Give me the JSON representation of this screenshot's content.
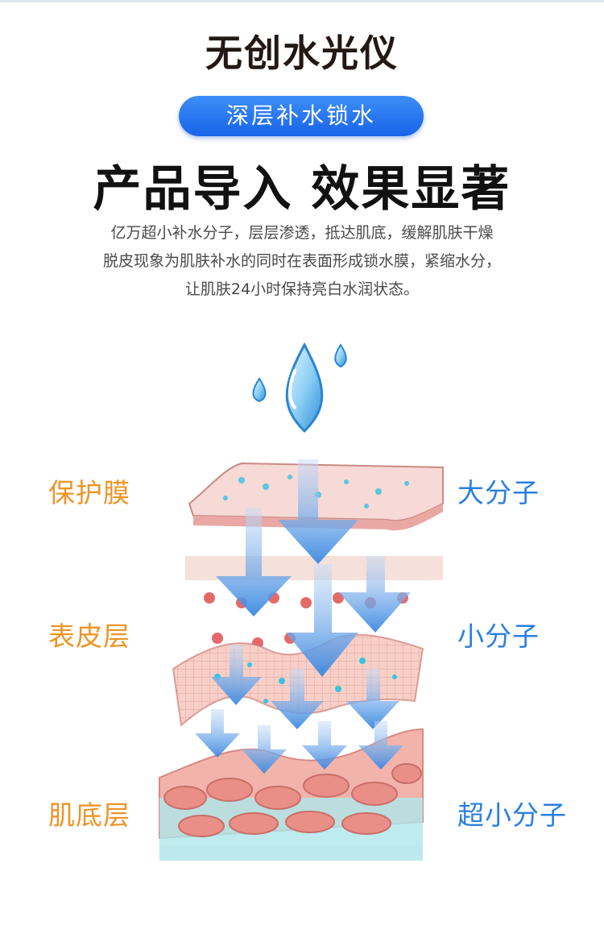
{
  "title": "无创水光仪",
  "badge": "深层补水锁水",
  "headline": "产品导入 效果显著",
  "description": [
    "亿万超小补水分子，层层渗透，抵达肌底，缓解肌肤干燥",
    "脱皮现象为肌肤补水的同时在表面形成锁水膜，紧缩水分，",
    "让肌肤24小时保持亮白水润状态。"
  ],
  "layers": [
    {
      "left": "保护膜",
      "right": "大分子"
    },
    {
      "left": "表皮层",
      "right": "小分子"
    },
    {
      "left": "肌底层",
      "right": "超小分子"
    }
  ],
  "icons": [
    "water-drop-icon"
  ],
  "colors": {
    "accent_blue": "#2a7fe0",
    "accent_orange": "#ee9424",
    "pill": "#1f6ef0"
  }
}
